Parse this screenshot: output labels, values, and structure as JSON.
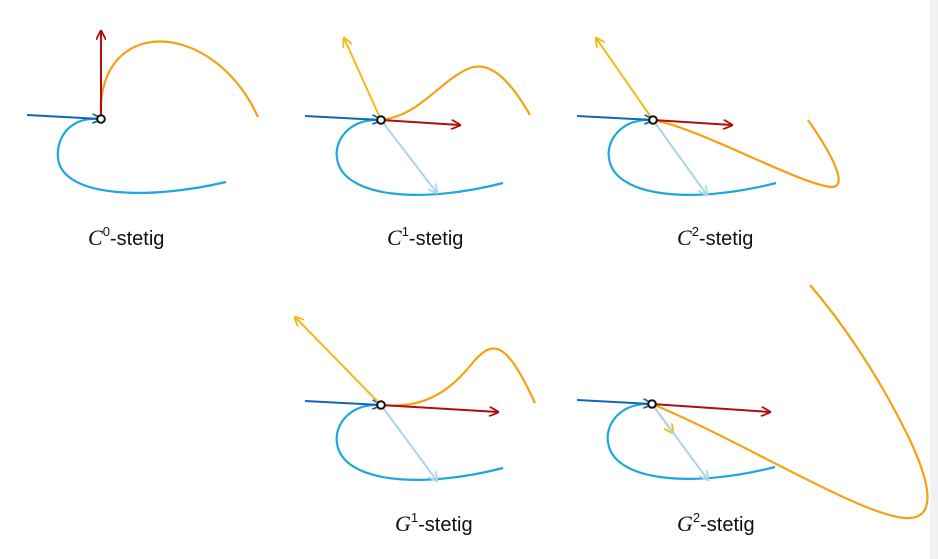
{
  "colors": {
    "orange": "#F5A114",
    "cyan": "#1EA7DC",
    "dark_blue": "#1565B5",
    "red": "#B00D0D",
    "yellow": "#F1BA16",
    "light_blue": "#ABD6E6",
    "joint_stroke": "#111111",
    "joint_fill": "#ffffff"
  },
  "panels": [
    {
      "id": "c0",
      "letter": "C",
      "sup": "0",
      "suffix": "-stetig"
    },
    {
      "id": "c1",
      "letter": "C",
      "sup": "1",
      "suffix": "-stetig"
    },
    {
      "id": "c2",
      "letter": "C",
      "sup": "2",
      "suffix": "-stetig"
    },
    {
      "id": "g1",
      "letter": "G",
      "sup": "1",
      "suffix": "-stetig"
    },
    {
      "id": "g2",
      "letter": "G",
      "sup": "2",
      "suffix": "-stetig"
    }
  ]
}
